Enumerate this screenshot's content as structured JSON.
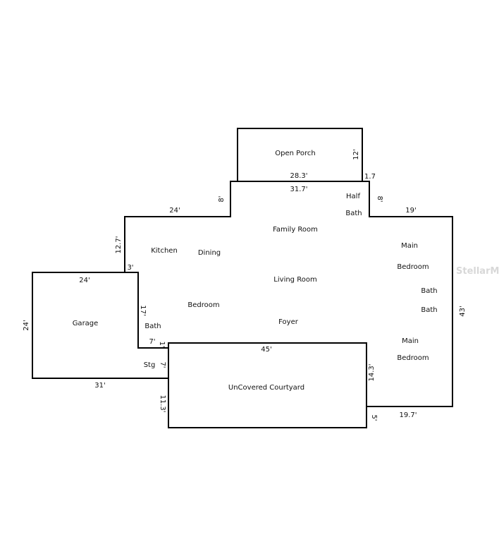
{
  "watermark": "StellarMLS",
  "rooms": {
    "open_porch": "Open Porch",
    "half": "Half",
    "half_bath": "Bath",
    "family_room": "Family Room",
    "kitchen": "Kitchen",
    "dining": "Dining",
    "living_room": "Living Room",
    "bedroom": "Bedroom",
    "bath_left": "Bath",
    "foyer": "Foyer",
    "main_top": "Main",
    "main_bedroom_top": "Bedroom",
    "bath_right_1": "Bath",
    "bath_right_2": "Bath",
    "main_bottom": "Main",
    "main_bedroom_bottom": "Bedroom",
    "garage": "Garage",
    "storage": "Stg",
    "courtyard": "UnCovered Courtyard"
  },
  "dimensions": {
    "porch_side": "12'",
    "porch_width": "28.3'",
    "porch_offset": "1.7",
    "center_width": "31.7'",
    "center_left_step": "8'",
    "center_right_step": "8'",
    "left_top": "24'",
    "right_top": "19'",
    "left_side": "12.7'",
    "left_step": "3'",
    "garage_top": "24'",
    "garage_side": "24'",
    "garage_bottom": "31'",
    "bath_wall": "17'",
    "bath_bottom": "7'",
    "small_step": "1'",
    "stg_side": "7'",
    "courtyard_top": "45'",
    "courtyard_side_left": "11.3'",
    "courtyard_side_right": "14.3'",
    "courtyard_bottom_step": "5'",
    "right_side": "43'",
    "right_bottom": "19.7'"
  }
}
